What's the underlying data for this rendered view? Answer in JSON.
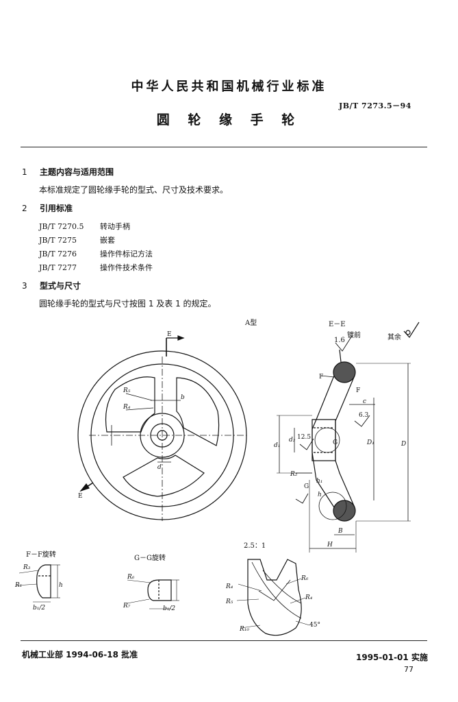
{
  "header": {
    "org_title": "中华人民共和国机械行业标准",
    "standard_no": "JB/T  7273.5－94",
    "doc_title": "圆 轮 缘 手 轮"
  },
  "sections": [
    {
      "num": "1",
      "title": "主题内容与适用范围",
      "body": "本标准规定了圆轮缘手轮的型式、尺寸及技术要求。"
    },
    {
      "num": "2",
      "title": "引用标准"
    },
    {
      "num": "3",
      "title": "型式与尺寸",
      "body": "圆轮缘手轮的型式与尺寸按图 1 及表 1 的规定。"
    }
  ],
  "references": [
    {
      "code": "JB/T  7270.5",
      "name": "转动手柄"
    },
    {
      "code": "JB/T  7275",
      "name": "嵌套"
    },
    {
      "code": "JB/T  7276",
      "name": "操作件标记方法"
    },
    {
      "code": "JB/T  7277",
      "name": "操作件技术条件"
    }
  ],
  "figure": {
    "type_label": "A型",
    "section_ee": "E－E",
    "finish_note": "镀前",
    "finish_value": "1.6",
    "rest_note": "其余",
    "section_ff": "F－F旋转",
    "section_gg": "G－G旋转",
    "detail_scale": "2.5：1",
    "labels": {
      "E": "E",
      "F": "F",
      "G": "G",
      "R1": "R₁",
      "R2": "R₂",
      "R3": "R₃",
      "R4": "R₄",
      "R5": "R₅",
      "R6": "R₆",
      "R7": "R₇",
      "R10": "R₁₀",
      "b": "b",
      "b1": "b₁",
      "b1_2": "b₁/2",
      "c": "c",
      "d": "d",
      "d1": "d₁",
      "d2": "d₂",
      "D": "D",
      "D1": "D₁",
      "H": "H",
      "h": "h",
      "h1": "h₁",
      "B": "B",
      "angle_45": "45°",
      "val_63": "6.3",
      "angle_12": "12.5"
    }
  },
  "footer": {
    "approval": "机械工业部 1994-06-18 批准",
    "effective": "1995-01-01 实施",
    "page": "77"
  }
}
